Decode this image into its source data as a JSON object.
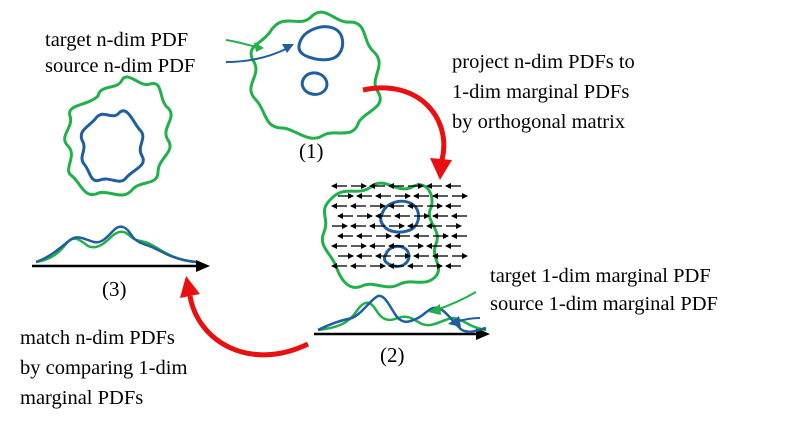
{
  "colors": {
    "target": "#22b04a",
    "source": "#1f5fa0",
    "process_arrow": "#e81010",
    "axis": "#000000",
    "projection_arrows": "#000000",
    "background": "#ffffff"
  },
  "stage1": {
    "target_label": "target n-dim PDF",
    "source_label": "source n-dim PDF",
    "number": "(1)"
  },
  "step_project": {
    "line1": "project n-dim PDFs to",
    "line2": "1-dim marginal PDFs",
    "line3": "by orthogonal matrix"
  },
  "stage2": {
    "target_label": "target 1-dim marginal PDF",
    "source_label": "source 1-dim marginal PDF",
    "number": "(2)"
  },
  "step_match": {
    "line1": "match n-dim PDFs",
    "line2": "by comparing 1-dim",
    "line3": "marginal PDFs"
  },
  "stage3": {
    "number": "(3)"
  },
  "icons": {
    "arrow_1_to_2": "curved-red-arrow",
    "arrow_2_to_3": "curved-red-arrow",
    "projection_field": "horizontal-black-arrows"
  }
}
